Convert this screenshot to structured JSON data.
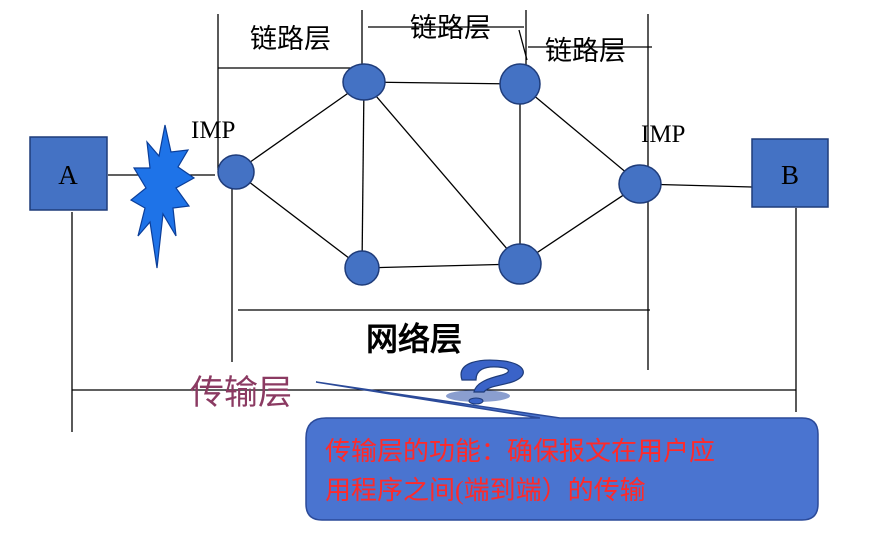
{
  "hosts": {
    "a_label": "A",
    "b_label": "B"
  },
  "imp_labels": {
    "left": "IMP",
    "right": "IMP"
  },
  "layer_labels": {
    "link_1": "链路层",
    "link_2": "链路层",
    "link_3": "链路层",
    "network": "网络层",
    "transport": "传输层"
  },
  "callout": {
    "line1": "传输层的功能：确保报文在用户应",
    "line2": "用程序之间(端到端）的传输"
  },
  "colors": {
    "node_fill": "#4472C4",
    "node_stroke": "#1F3C7A",
    "burst_fill": "#1E73E8",
    "transport_text": "#8B3A62",
    "callout_fill": "#4A74D0",
    "callout_text": "#FF2A2A",
    "question_fill": "#3A63C8"
  },
  "icons": {
    "burst": "explosion-icon",
    "question": "question-mark-icon"
  }
}
